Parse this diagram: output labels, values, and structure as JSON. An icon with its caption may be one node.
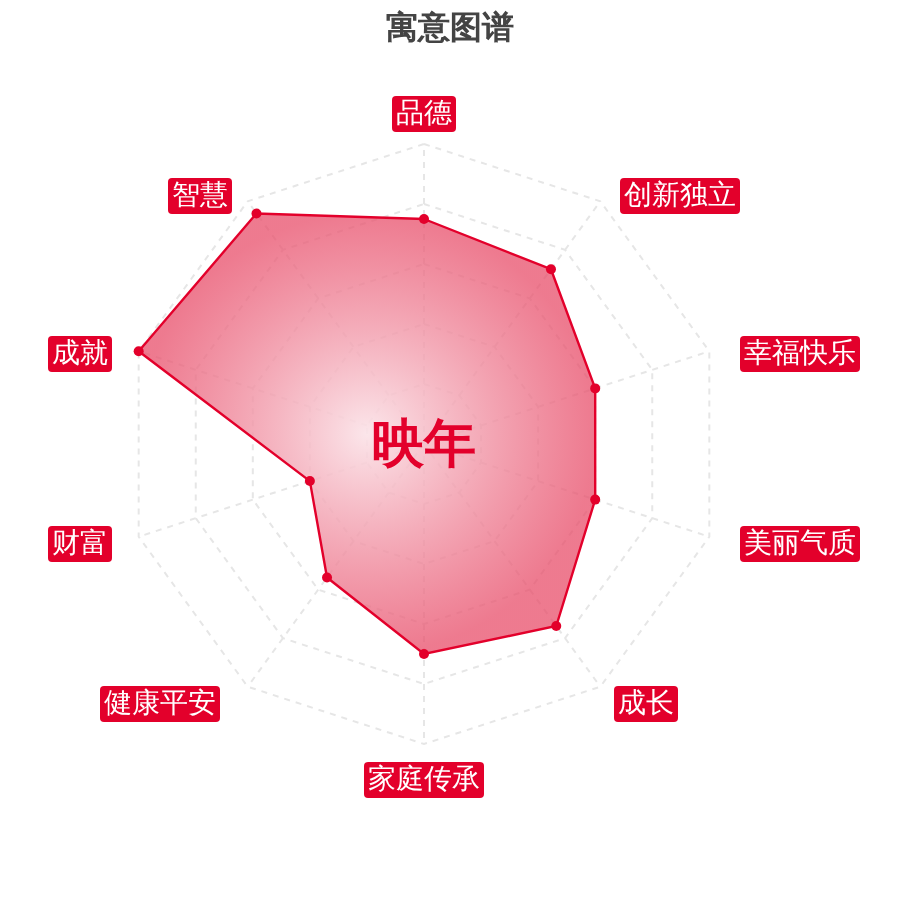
{
  "diagram": {
    "title": "寓意图谱",
    "labels": [
      "品德",
      "创新独立",
      "智慧",
      "幸福快乐",
      "成就",
      "映年",
      "财富",
      "美丽气质",
      "健康平安",
      "成长",
      "家庭传承"
    ]
  }
}
